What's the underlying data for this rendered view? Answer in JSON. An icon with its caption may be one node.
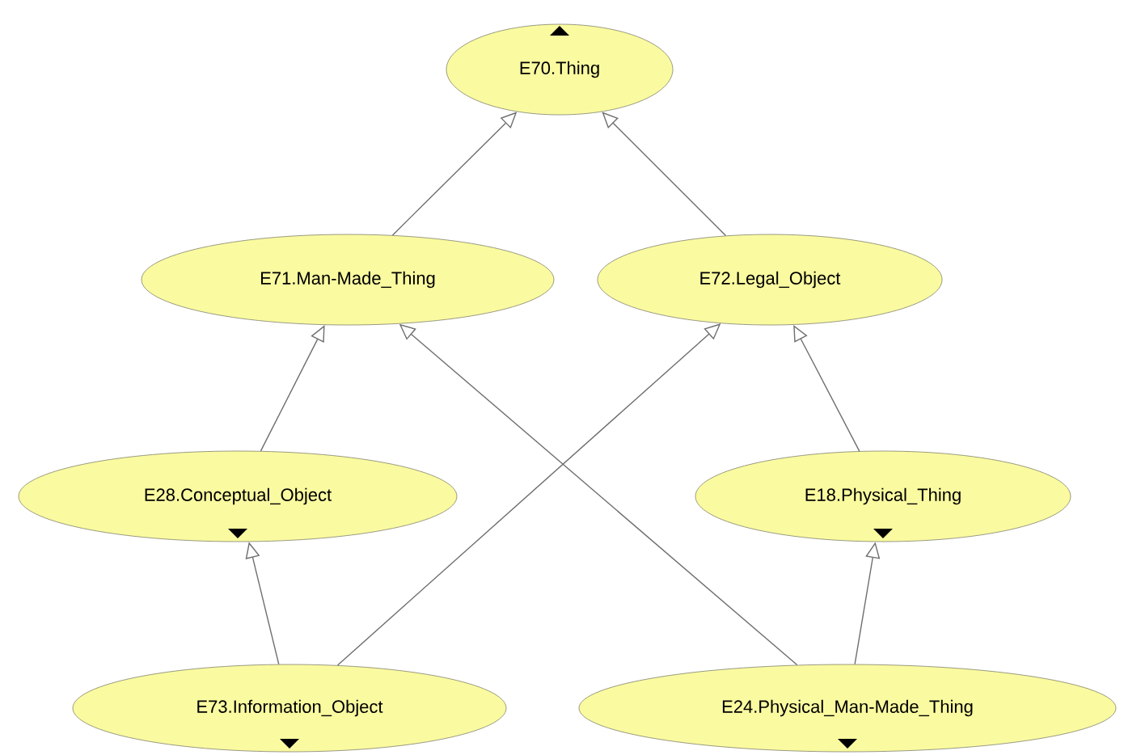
{
  "diagram": {
    "nodes": [
      {
        "text": [
          "E70.Thing"
        ]
      },
      {
        "text": [
          "E71.Man-Made_Thing"
        ]
      },
      {
        "text": [
          "E72.Legal_Object"
        ]
      },
      {
        "text": [
          "E28.Conceptual_Object"
        ]
      },
      {
        "text": [
          "E18.Physical_Thing"
        ]
      },
      {
        "text": [
          "E73.Information_Object"
        ]
      },
      {
        "text": [
          "E24.Physical_Man-Made_Thing"
        ]
      }
    ],
    "edges": [
      {
        "from": 1,
        "to": 0,
        "arrow": "to"
      },
      {
        "from": 2,
        "to": 0,
        "arrow": "to"
      },
      {
        "from": 3,
        "to": 1,
        "arrow": "to"
      },
      {
        "from": 6,
        "to": 1,
        "arrow": "to"
      },
      {
        "from": 5,
        "to": 2,
        "arrow": "to"
      },
      {
        "from": 4,
        "to": 2,
        "arrow": "to"
      },
      {
        "from": 5,
        "to": 3,
        "arrow": "to"
      },
      {
        "from": 6,
        "to": 4,
        "arrow": "to"
      }
    ]
  }
}
